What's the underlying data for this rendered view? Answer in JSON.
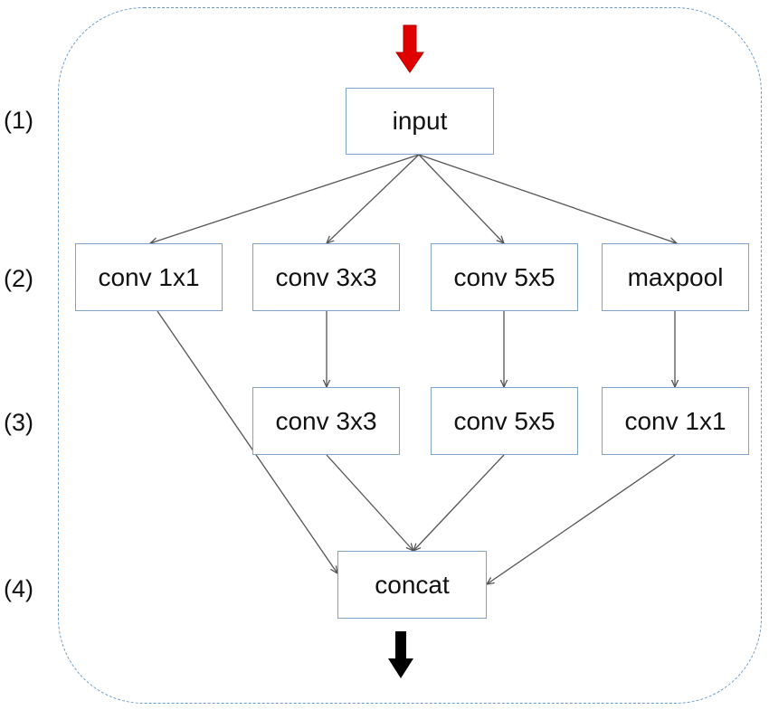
{
  "row_labels": [
    "(1)",
    "(2)",
    "(3)",
    "(4)"
  ],
  "nodes": {
    "input": "input",
    "conv1x1_a": "conv 1x1",
    "conv3x3_a": "conv 3x3",
    "conv5x5_a": "conv 5x5",
    "maxpool": "maxpool",
    "conv3x3_b": "conv 3x3",
    "conv5x5_b": "conv 5x5",
    "conv1x1_b": "conv 1x1",
    "concat": "concat"
  },
  "colors": {
    "box_border": "#7fa3c8",
    "frame_border": "#6a9ac9",
    "edge": "#555555",
    "input_arrow": "#e00000",
    "output_arrow": "#000000"
  }
}
